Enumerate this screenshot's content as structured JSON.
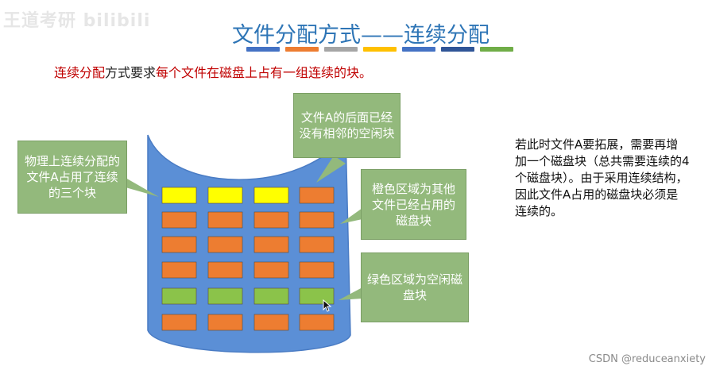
{
  "watermark": "王道考研 bilibili",
  "title": "文件分配方式——连续分配",
  "color_bars": [
    "#4472c4",
    "#ed7d31",
    "#a5a5a5",
    "#ffc000",
    "#4472c4",
    "#2f5597",
    "#70ad47"
  ],
  "intro": {
    "part1": "连续分配",
    "part2": "方式要求",
    "part3": "每个文件在磁盘上占有一组连续的块。"
  },
  "callouts": {
    "physical": "物理上连续分配的文件A占用了连续的三个块",
    "no_neighbor": "文件A的后面已经没有相邻的空闲块",
    "orange": "橙色区域为其他文件已经占用的磁盘块",
    "green": "绿色区域为空闲磁盘块"
  },
  "note": "若此时文件A要拓展，需要再增加一个磁盘块（总共需要连续的4个磁盘块）。由于采用连续结构，因此文件A占用的磁盘块必须是连续的。",
  "credit": "CSDN @reduceanxiety",
  "block_grid": [
    [
      "yellow",
      "yellow",
      "yellow",
      "orange"
    ],
    [
      "orange",
      "orange",
      "orange",
      "orange"
    ],
    [
      "orange",
      "orange",
      "orange",
      "orange"
    ],
    [
      "orange",
      "orange",
      "orange",
      "orange"
    ],
    [
      "green",
      "green",
      "green",
      "green"
    ],
    [
      "orange",
      "orange",
      "orange",
      "orange"
    ]
  ],
  "colors": {
    "disk": "#5b8fd6",
    "disk_edge": "#4a7cc4",
    "yellow": "#ffff00",
    "orange": "#ed7d31",
    "green": "#8bc34a",
    "callout": "#93b97c",
    "callout_border": "#7a9e64",
    "accent": "#2e75b6"
  }
}
